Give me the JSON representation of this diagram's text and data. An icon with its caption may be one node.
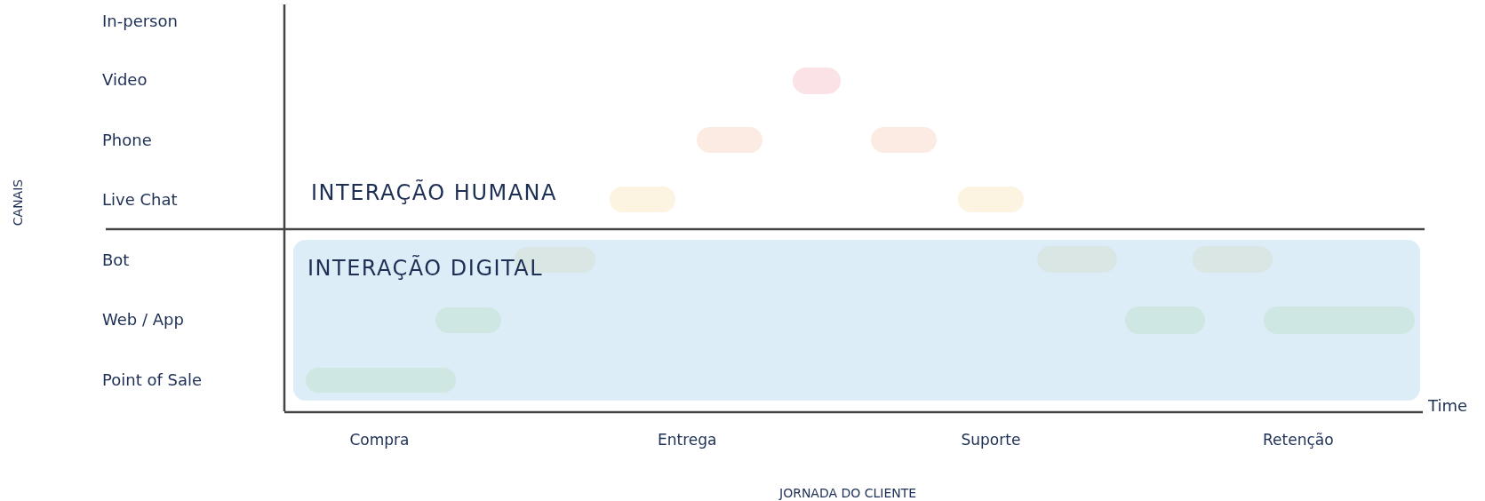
{
  "diagram": {
    "nodes": [
      {
        "text": [],
        "shape": "bar"
      },
      {
        "text": [],
        "shape": "bar"
      },
      {
        "text": [],
        "shape": "bar"
      },
      {
        "text": [],
        "shape": "bar"
      },
      {
        "text": [],
        "shape": "bar"
      },
      {
        "text": [
          "INTERAÇÃO DIGITAL"
        ]
      },
      {
        "text": [],
        "shape": "bar",
        "in": 5
      },
      {
        "text": [],
        "shape": "bar",
        "in": 5
      },
      {
        "text": [],
        "shape": "bar",
        "in": 5
      },
      {
        "text": [],
        "shape": "bar",
        "in": 5
      },
      {
        "text": [],
        "shape": "bar",
        "in": 5
      },
      {
        "text": [],
        "shape": "bar",
        "in": 5
      },
      {
        "text": [],
        "shape": "bar",
        "in": 5
      }
    ],
    "edges": [],
    "labels": [
      "In-person",
      "Video",
      "Phone",
      "Live Chat",
      "INTERAÇÃO HUMANA",
      "CANAIS",
      "Bot",
      "Web / App",
      "Point of Sale",
      "Time",
      "Compra",
      "Entrega",
      "Suporte",
      "Retenção",
      "JORNADA DO CLIENTE"
    ]
  }
}
